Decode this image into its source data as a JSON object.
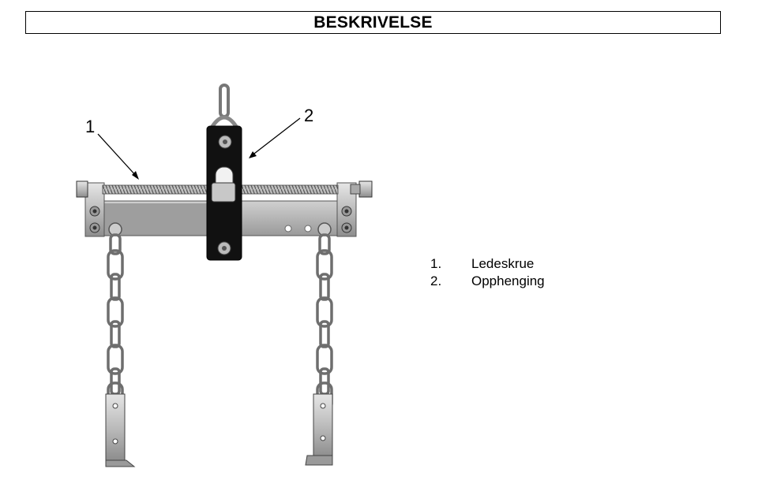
{
  "header": {
    "title": "BESKRIVELSE"
  },
  "figure": {
    "callouts": [
      {
        "label": "1"
      },
      {
        "label": "2"
      }
    ]
  },
  "legend": {
    "items": [
      {
        "number": "1.",
        "text": "Ledeskrue"
      },
      {
        "number": "2.",
        "text": "Opphenging"
      }
    ]
  }
}
